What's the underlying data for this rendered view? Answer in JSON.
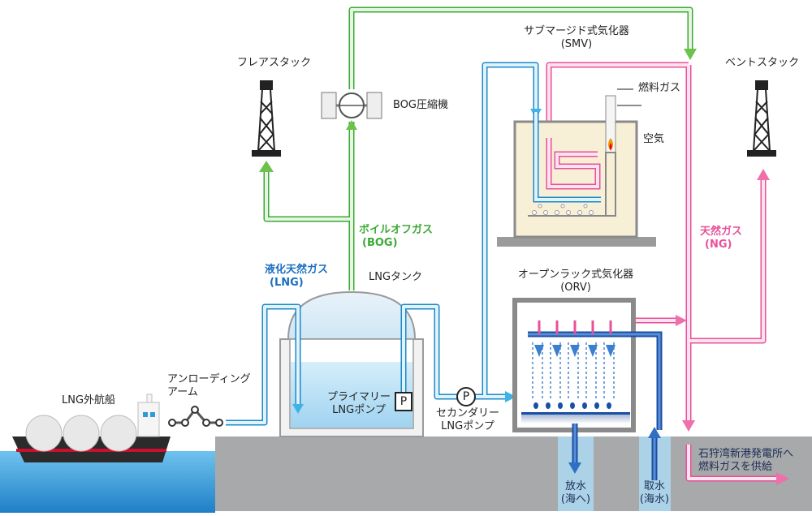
{
  "labels": {
    "flare_stack": "フレアスタック",
    "bog_compressor": "BOG圧縮機",
    "smv_name": "サブマージド式気化器",
    "smv_abbr": "(SMV)",
    "fuel_gas": "燃料ガス",
    "air": "空気",
    "vent_stack": "ベントスタック",
    "boil_off_gas": "ボイルオフガス",
    "boil_off_gas_abbr": "(BOG)",
    "lng_liquid": "液化天然ガス",
    "lng_liquid_abbr": "(LNG)",
    "lng_tank": "LNGタンク",
    "natural_gas": "天然ガス",
    "natural_gas_abbr": "(NG)",
    "orv_name": "オープンラック式気化器",
    "orv_abbr": "(ORV)",
    "loading_arm_1": "アンローディング",
    "loading_arm_2": "アーム",
    "lng_carrier": "LNG外航船",
    "primary_pump_1": "プライマリー",
    "primary_pump_2": "LNGポンプ",
    "pump_symbol": "P",
    "secondary_pump_1": "セカンダリー",
    "secondary_pump_2": "LNGポンプ",
    "supply_1": "石狩湾新港発電所へ",
    "supply_2": "燃料ガスを供給",
    "discharge_1": "放水",
    "discharge_2": "(海へ)",
    "intake_1": "取水",
    "intake_2": "(海水)"
  },
  "colors": {
    "bog_line": "#6cc24a",
    "lng_line": "#3fb3e6",
    "ng_line": "#ef6fab",
    "seawater_line": "#2f6fc4",
    "ground": "#a5a7a8",
    "tank_liquid": "#bfe2f5",
    "smv_bath": "#f7f0d6",
    "sea": "#2d9bd8"
  },
  "icons": [
    "flare-stack-icon",
    "vent-stack-icon",
    "compressor-icon",
    "pump-icon",
    "flame-icon",
    "ship-icon",
    "loading-arm-icon"
  ]
}
